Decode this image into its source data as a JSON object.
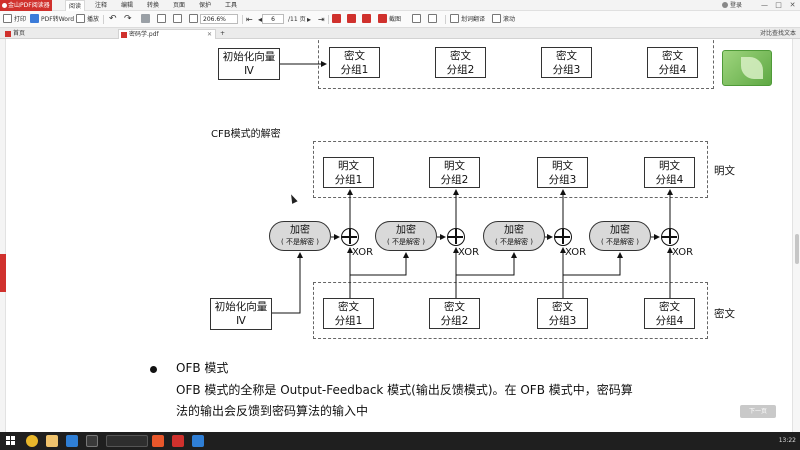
{
  "titlebar": {
    "app_name": "金山PDF阅读器",
    "menu": [
      "阅读",
      "注释",
      "编辑",
      "转换",
      "页面",
      "保护",
      "工具"
    ],
    "active_menu": "阅读",
    "login": "登录",
    "controls": [
      "—",
      "□",
      "✕"
    ]
  },
  "toolbar": {
    "print": "打印",
    "pdf_to_word": "PDF转Word",
    "read_mode": "播放",
    "zoom": "206.6%",
    "page_current": "6",
    "page_total": "/11 页",
    "screenshot": "截图",
    "translate": "划词翻译",
    "auto_scroll": "滚动"
  },
  "tabs": {
    "home": "首页",
    "document": "密码学.pdf"
  },
  "search_in_page": "对比查找文本",
  "diagram": {
    "iv_label": "初始化向量",
    "iv_sub": "Ⅳ",
    "section_title": "CFB模式的解密",
    "plaintext_label": "明文",
    "ciphertext_label": "密文",
    "plaintext_groups": [
      "分组1",
      "分组2",
      "分组3",
      "分组4"
    ],
    "ciphertext_groups": [
      "分组1",
      "分组2",
      "分组3",
      "分组4"
    ],
    "encrypt": "加密",
    "encrypt_note": "( 不是解密 )",
    "xor": "XOR"
  },
  "ofb": {
    "title": "OFB 模式",
    "line1": "OFB 模式的全称是 Output-Feedback 模式(输出反馈模式)。在 OFB 模式中，密码算",
    "line2": "法的输出会反馈到密码算法的输入中"
  },
  "next_page_button": "下一页",
  "taskbar": {
    "tray": "13:22"
  },
  "colors": {
    "brand": "#d0312d",
    "encrypt_fill": "#d9d9d9",
    "widget_green": "#5ea843"
  }
}
